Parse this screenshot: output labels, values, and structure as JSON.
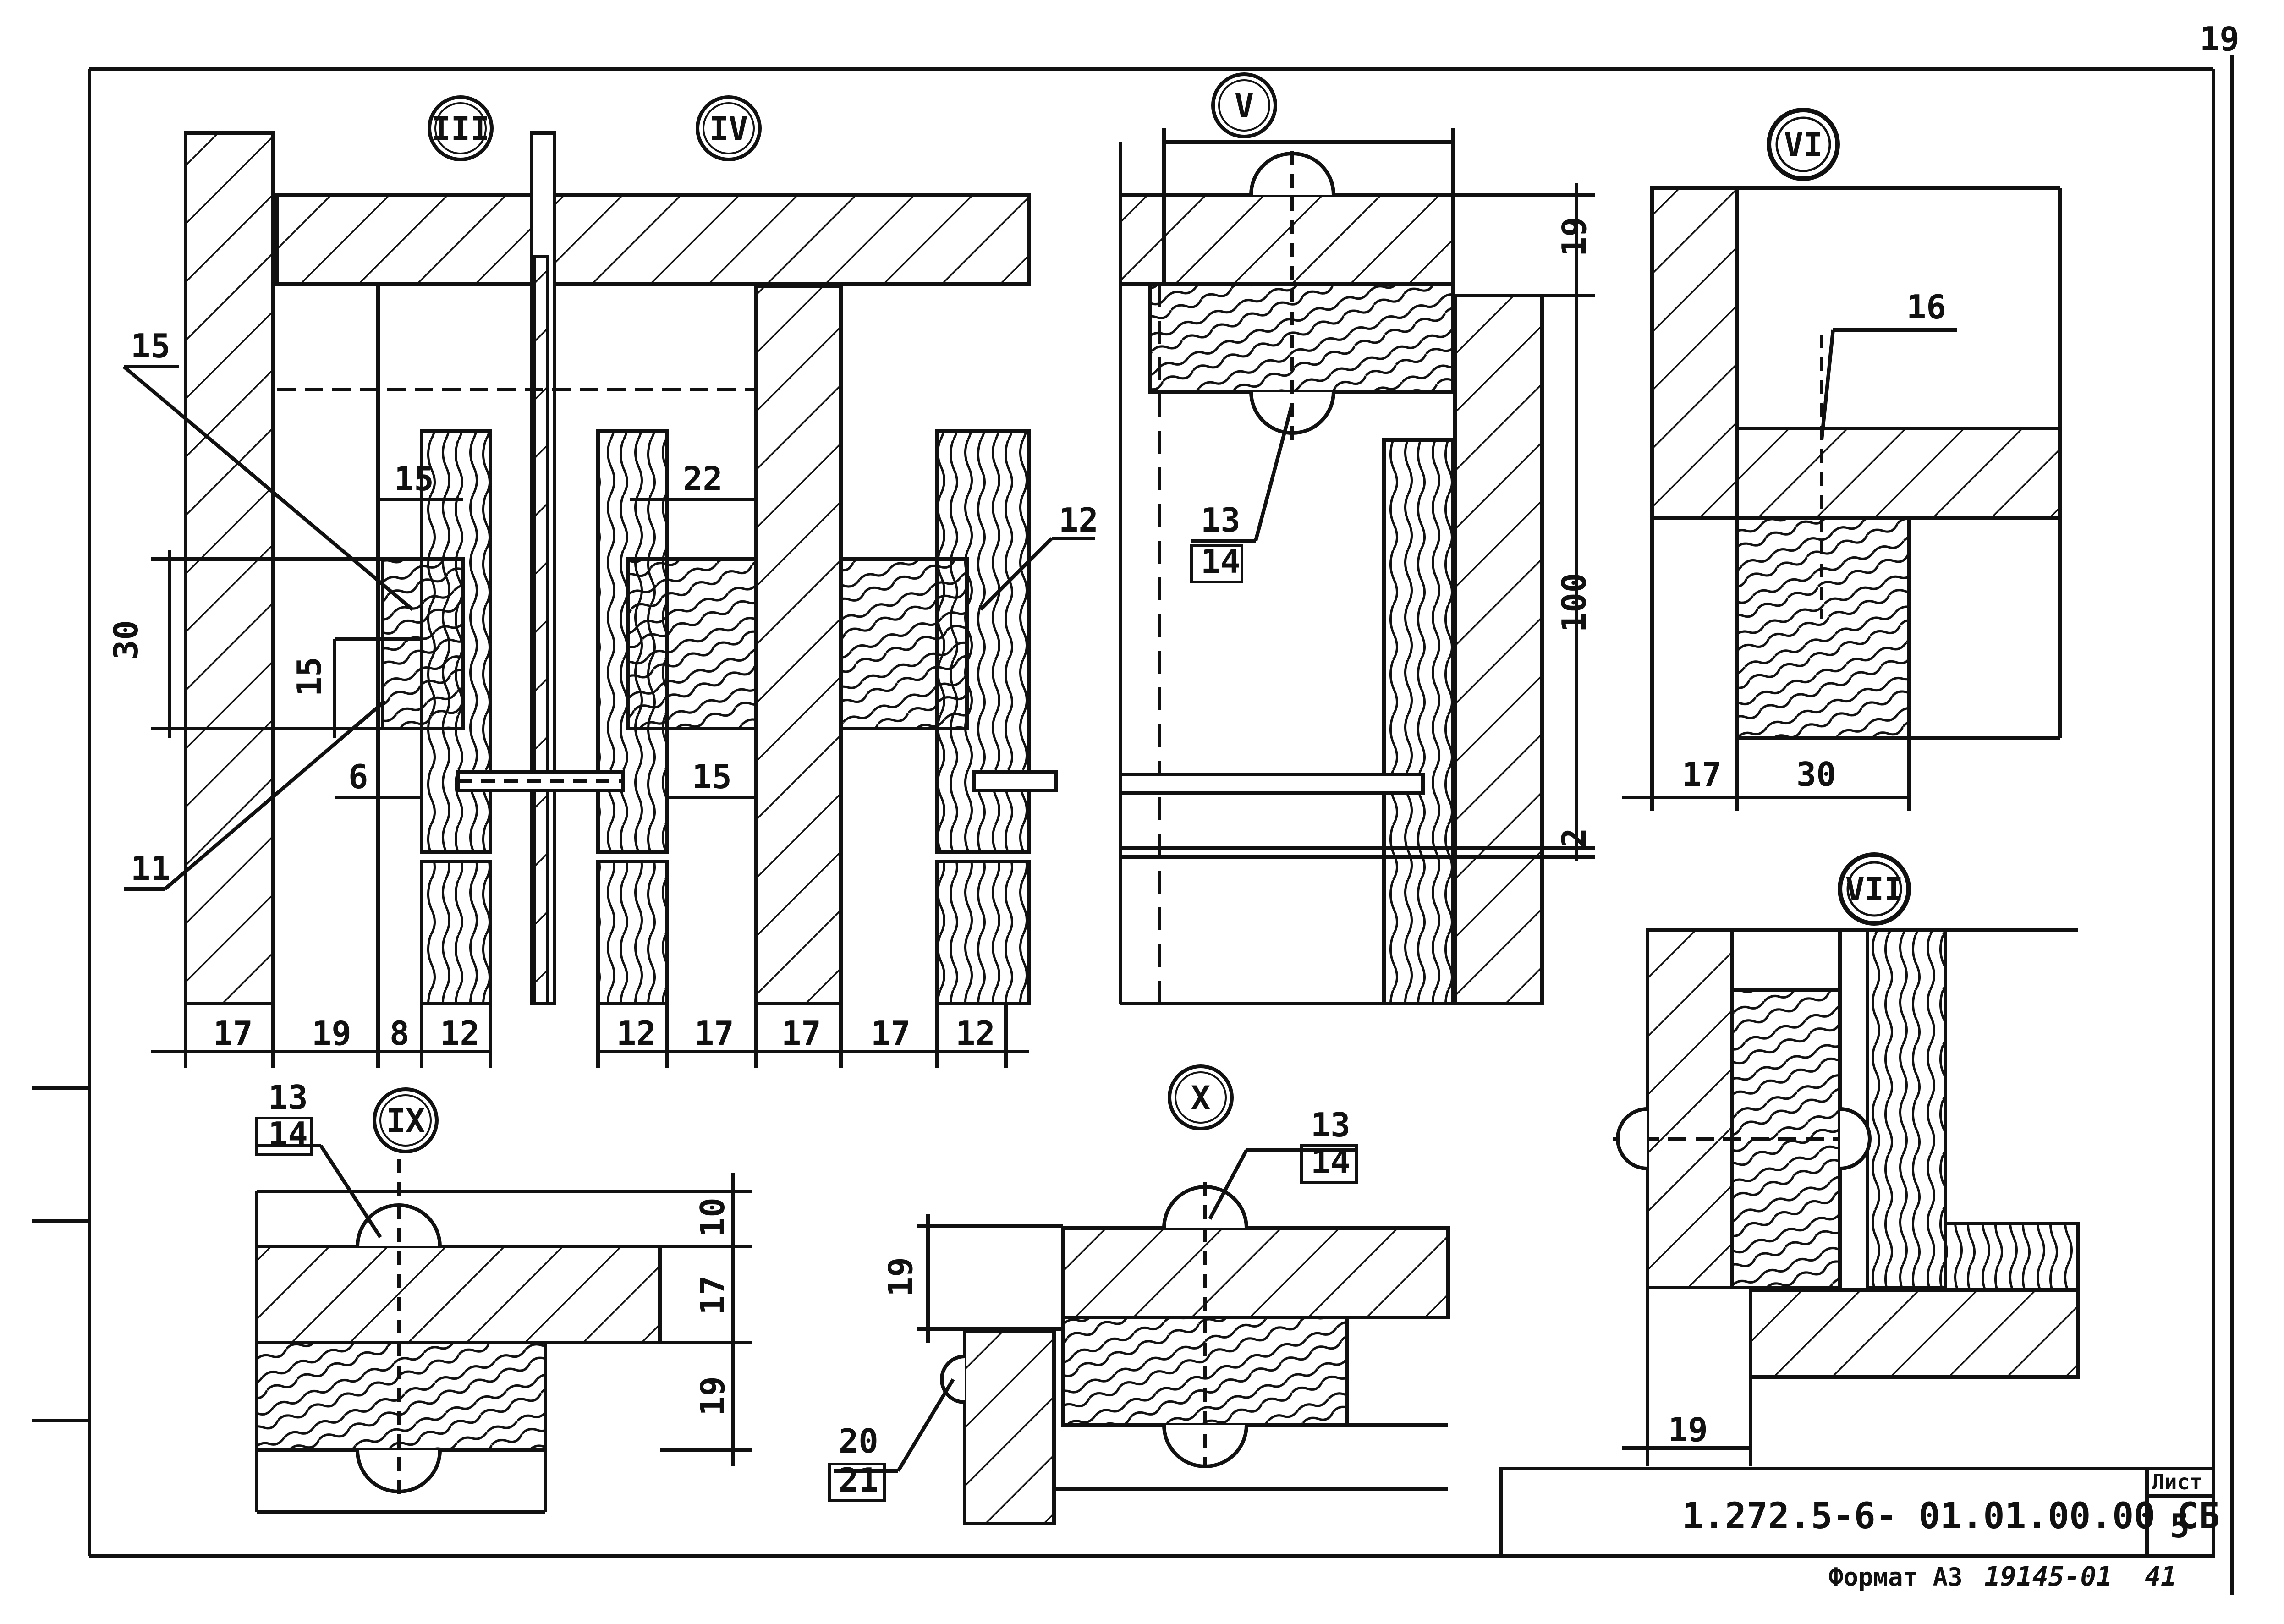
{
  "sheet": {
    "corner_number": "19",
    "designation": "1.272.5-6- 01.01.00.00 СБ",
    "sheet_label": "Лист",
    "sheet_number": "5",
    "format_line": "Формат А3",
    "inventory_number": "19145-01",
    "page_number": "41"
  },
  "callouts": {
    "III": "III",
    "IV": "IV",
    "V": "V",
    "VI": "VI",
    "VII": "VII",
    "IX": "IX",
    "X": "X"
  },
  "positions": {
    "p11": "11",
    "p12": "12",
    "p13a": "13",
    "p14a": "14",
    "p15a": "15",
    "p16": "16",
    "p13b": "13",
    "p14b": "14",
    "p13c": "13",
    "p14c": "14",
    "p20": "20",
    "p21": "21"
  },
  "dims": {
    "d15": "15",
    "d22": "22",
    "d30": "30",
    "d45": "15",
    "d6": "6",
    "d15b": "15",
    "d19v": "19",
    "d100v": "100",
    "d2v": "2",
    "b17a": "17",
    "b19": "19",
    "b8": "8",
    "b12a": "12",
    "b12b": "12",
    "b17b": "17",
    "b17c": "17",
    "b17d": "17",
    "b12c": "12",
    "vi17": "17",
    "vi30": "30",
    "ix10": "10",
    "ix17": "17",
    "ix19": "19",
    "x19": "19",
    "vii19": "19"
  }
}
